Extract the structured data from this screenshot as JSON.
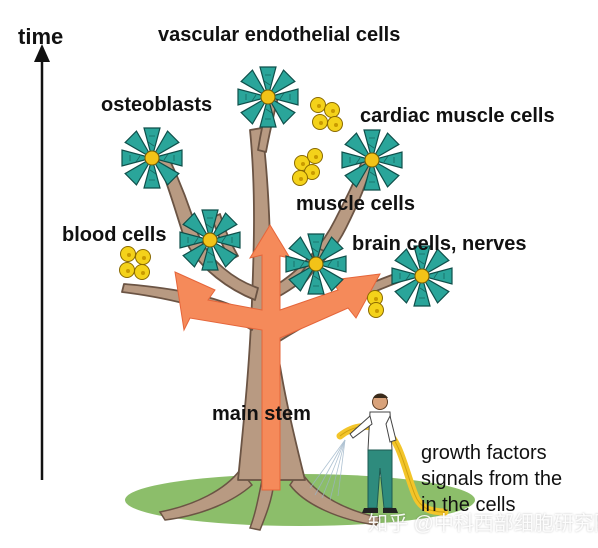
{
  "labels": {
    "time": "time",
    "vascular": "vascular endothelial cells",
    "osteoblasts": "osteoblasts",
    "cardiac": "cardiac muscle cells",
    "muscle": "muscle cells",
    "blood": "blood cells",
    "brain": "brain cells, nerves",
    "main_stem": "main stem",
    "growth_lines": [
      "growth factors",
      "signals from the",
      "in the cells"
    ],
    "watermark": "知乎 @中科西部细胞研究院"
  },
  "colors": {
    "trunk": "#b89a82",
    "trunk_outline": "#6b5444",
    "arrow": "#f58a5a",
    "flower_petal": "#2aa59a",
    "flower_center": "#f2c318",
    "cell_yellow": "#f4d21a",
    "grass": "#8cbe6a",
    "hose": "#f3c52a",
    "pants": "#2e8b7d",
    "text": "#111111"
  }
}
